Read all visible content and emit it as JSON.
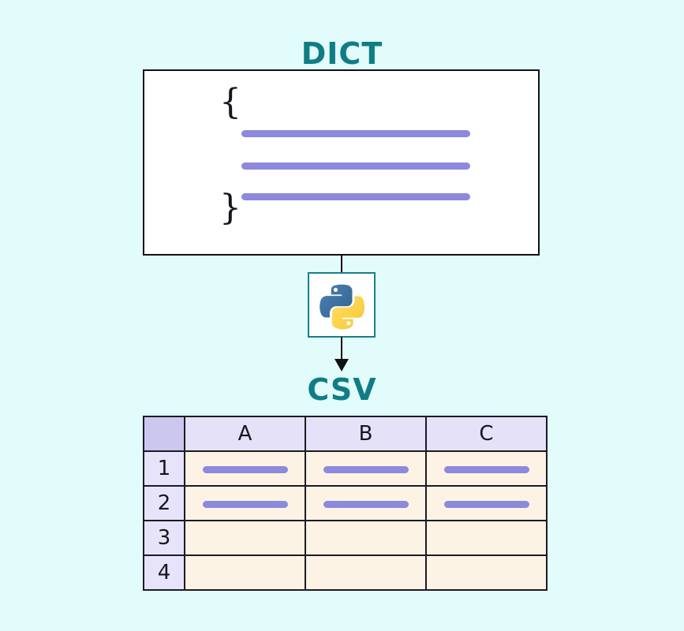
{
  "background_color": "#e2fcfb",
  "accent_color": "#0f7d85",
  "bar_color": "#8d89dc",
  "diagram": {
    "dict_section": {
      "title": "DICT",
      "brace_open": "{",
      "brace_close": "}",
      "bars": [
        "",
        "",
        ""
      ]
    },
    "converter": {
      "icon_name": "python-logo-icon",
      "border_color": "#187f8a",
      "snake_blue": "#3c6e9f",
      "snake_yellow": "#ffd845"
    },
    "csv_section": {
      "title": "CSV",
      "table": {
        "corner_label": "",
        "column_headers": [
          "A",
          "B",
          "C"
        ],
        "row_headers": [
          "1",
          "2",
          "3",
          "4"
        ],
        "cells": [
          [
            "bar",
            "bar",
            "bar"
          ],
          [
            "bar",
            "bar",
            "bar"
          ],
          [
            "",
            "",
            ""
          ],
          [
            "",
            "",
            ""
          ]
        ],
        "header_bg": "#e4e1f9",
        "corner_bg": "#cbc7ee",
        "row_header_bg": "#e6e3fb",
        "body_bg": "#fdf3e4"
      }
    }
  }
}
